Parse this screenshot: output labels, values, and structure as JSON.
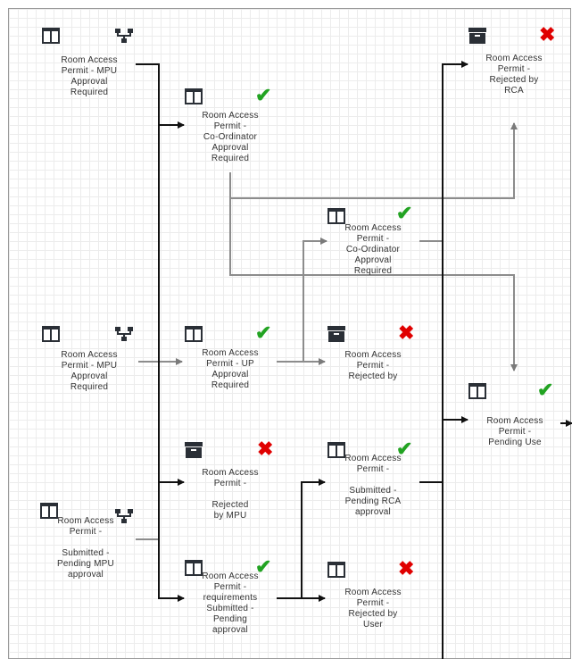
{
  "colors": {
    "edge_dark": "#111111",
    "edge_gray": "#8c8c8c",
    "check": "#22a322",
    "cross": "#e00000",
    "icon": "#2a2f36"
  },
  "nodes": {
    "n1": {
      "label": "Room Access\nPermit - MPU\nApproval\nRequired",
      "icons": [
        "columns-icon",
        "branch-icon"
      ]
    },
    "n2": {
      "label": "Room Access\nPermit - MPU\nApproval\nRequired",
      "icons": [
        "columns-icon",
        "branch-icon"
      ]
    },
    "n3": {
      "label": "Room Access\nPermit -\n\nSubmitted -\nPending MPU\napproval",
      "icons": [
        "columns-icon",
        "branch-icon"
      ]
    },
    "n4": {
      "label": "Room Access\nPermit -\nCo-Ordinator\nApproval\nRequired",
      "icons": [
        "columns-icon",
        "check-icon"
      ]
    },
    "n5": {
      "label": "Room Access\nPermit - UP\nApproval\nRequired",
      "icons": [
        "columns-icon",
        "check-icon"
      ]
    },
    "n6": {
      "label": "Room Access\nPermit -\n\nRejected\nby MPU",
      "icons": [
        "archive-icon",
        "cross-icon"
      ]
    },
    "n7": {
      "label": "Room Access\nPermit -\nrequirements\nSubmitted -\nPending\napproval",
      "icons": [
        "columns-icon",
        "check-icon"
      ]
    },
    "n8": {
      "label": "Room Access\nPermit -\nCo-Ordinator\nApproval\nRequired",
      "icons": [
        "columns-icon",
        "check-icon"
      ]
    },
    "n9": {
      "label": "Room Access\nPermit -\nRejected by",
      "icons": [
        "archive-icon",
        "cross-icon"
      ]
    },
    "n10": {
      "label": "Room Access\nPermit -\n\nSubmitted -\nPending RCA\napproval",
      "icons": [
        "columns-icon",
        "check-icon"
      ]
    },
    "n11": {
      "label": "Room Access\nPermit -\nRejected by\nUser",
      "icons": [
        "columns-icon",
        "cross-icon"
      ]
    },
    "n12": {
      "label": "Room Access\nPermit -\nRejected by\nRCA",
      "icons": [
        "archive-icon",
        "cross-icon"
      ]
    },
    "n13": {
      "label": "Room Access\nPermit -\nPending Use",
      "icons": [
        "columns-icon",
        "check-icon"
      ]
    }
  }
}
